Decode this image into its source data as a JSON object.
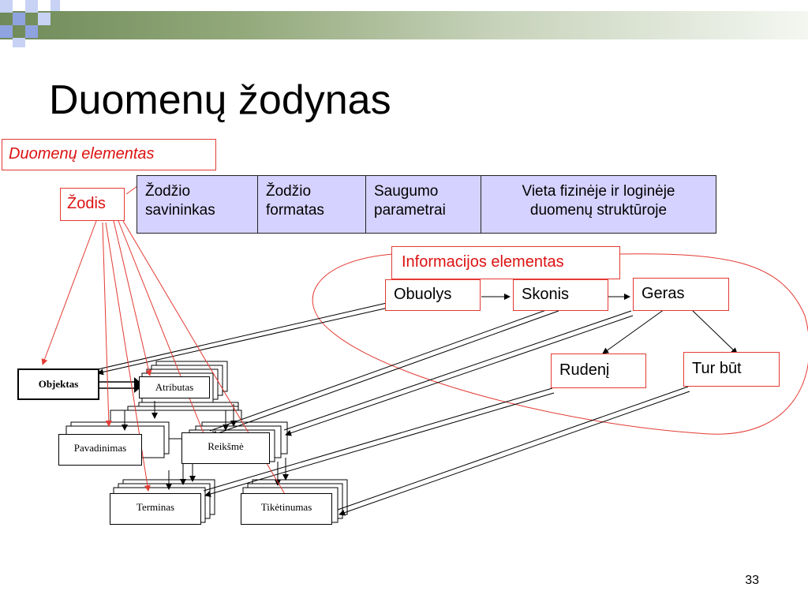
{
  "slide": {
    "title": "Duomenų žodynas",
    "page_number": "33"
  },
  "data_element": {
    "label": "Duomenų elementas",
    "word_label": "Žodis",
    "columns": [
      "Žodžio savininkas",
      "Žodžio formatas",
      "Saugumo parametrai",
      "Vieta fizinėje ir loginėje duomenų struktūroje"
    ]
  },
  "info_element": {
    "label": "Informacijos elementas",
    "nodes": [
      "Obuolys",
      "Skonis",
      "Geras",
      "Rudenį",
      "Tur būt"
    ]
  },
  "schema": {
    "entities": [
      "Objektas",
      "Atributas",
      "Pavadinimas",
      "Reikšmė",
      "Terminas",
      "Tikėtinumas"
    ]
  },
  "colors": {
    "title": "#000000",
    "accent_red": "#e33a33",
    "header_fill": "#d6d2ff",
    "topbar_green": "#6f8a58",
    "deco_blue": "#8fa3e0"
  }
}
